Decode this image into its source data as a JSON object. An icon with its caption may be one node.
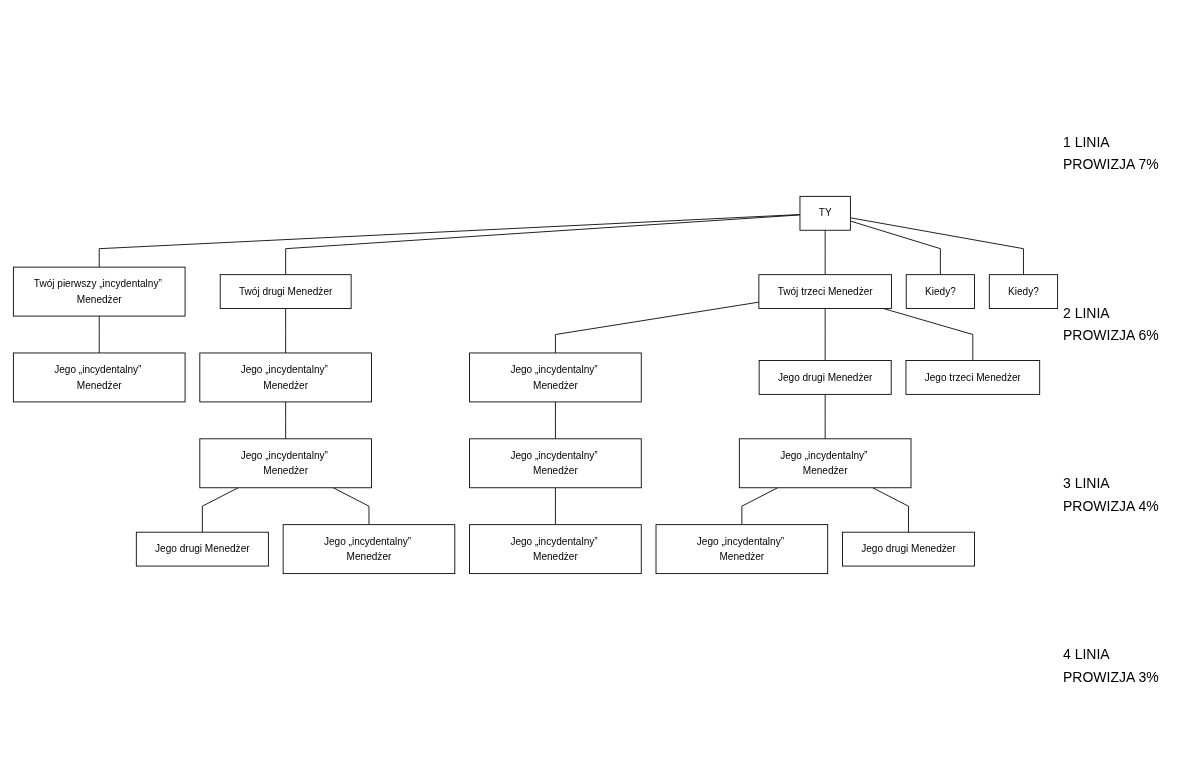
{
  "diagram": {
    "nodes": [
      {
        "text": [
          "TY"
        ]
      },
      {
        "text": [
          "Twój pierwszy „incydentalny” Menedżer"
        ]
      },
      {
        "text": [
          "Twój drugi Menedżer"
        ]
      },
      {
        "text": [
          "Twój trzeci Menedżer"
        ]
      },
      {
        "text": [
          "Kiedy?"
        ]
      },
      {
        "text": [
          "Kiedy?"
        ]
      },
      {
        "text": [
          "Jego „incydentalny” Menedżer"
        ]
      },
      {
        "text": [
          "Jego „incydentalny” Menedżer"
        ]
      },
      {
        "text": [
          "Jego „incydentalny” Menedżer"
        ]
      },
      {
        "text": [
          "Jego drugi Menedżer"
        ]
      },
      {
        "text": [
          "Jego trzeci Menedżer"
        ]
      },
      {
        "text": [
          "Jego „incydentalny” Menedżer"
        ]
      },
      {
        "text": [
          "Jego „incydentalny” Menedżer"
        ]
      },
      {
        "text": [
          "Jego „incydentalny” Menedżer"
        ]
      },
      {
        "text": [
          "Jego drugi Menedżer"
        ]
      },
      {
        "text": [
          "Jego „incydentalny” Menedżer"
        ]
      },
      {
        "text": [
          "Jego „incydentalny” Menedżer"
        ]
      },
      {
        "text": [
          "Jego „incydentalny” Menedżer"
        ]
      },
      {
        "text": [
          "Jego drugi Menedżer"
        ]
      }
    ],
    "edges": [
      {
        "from": 0,
        "to": 1,
        "arrow": "none"
      },
      {
        "from": 0,
        "to": 2,
        "arrow": "none"
      },
      {
        "from": 0,
        "to": 3,
        "arrow": "none"
      },
      {
        "from": 0,
        "to": 4,
        "arrow": "none"
      },
      {
        "from": 0,
        "to": 5,
        "arrow": "none"
      },
      {
        "from": 1,
        "to": 6,
        "arrow": "none"
      },
      {
        "from": 2,
        "to": 7,
        "arrow": "none"
      },
      {
        "from": 3,
        "to": 8,
        "arrow": "none"
      },
      {
        "from": 3,
        "to": 9,
        "arrow": "none"
      },
      {
        "from": 3,
        "to": 10,
        "arrow": "none"
      },
      {
        "from": 7,
        "to": 11,
        "arrow": "none"
      },
      {
        "from": 8,
        "to": 12,
        "arrow": "none"
      },
      {
        "from": 9,
        "to": 13,
        "arrow": "none"
      },
      {
        "from": 11,
        "to": 14,
        "arrow": "none"
      },
      {
        "from": 11,
        "to": 15,
        "arrow": "none"
      },
      {
        "from": 12,
        "to": 16,
        "arrow": "none"
      },
      {
        "from": 13,
        "to": 17,
        "arrow": "none"
      },
      {
        "from": 13,
        "to": 18,
        "arrow": "none"
      }
    ],
    "labels": [
      "1 LINIA",
      "PROWIZJA 7%",
      "2 LINIA",
      "PROWIZJA 6%",
      "3 LINIA",
      "PROWIZJA 4%",
      "4 LINIA",
      "PROWIZJA 3%"
    ]
  }
}
